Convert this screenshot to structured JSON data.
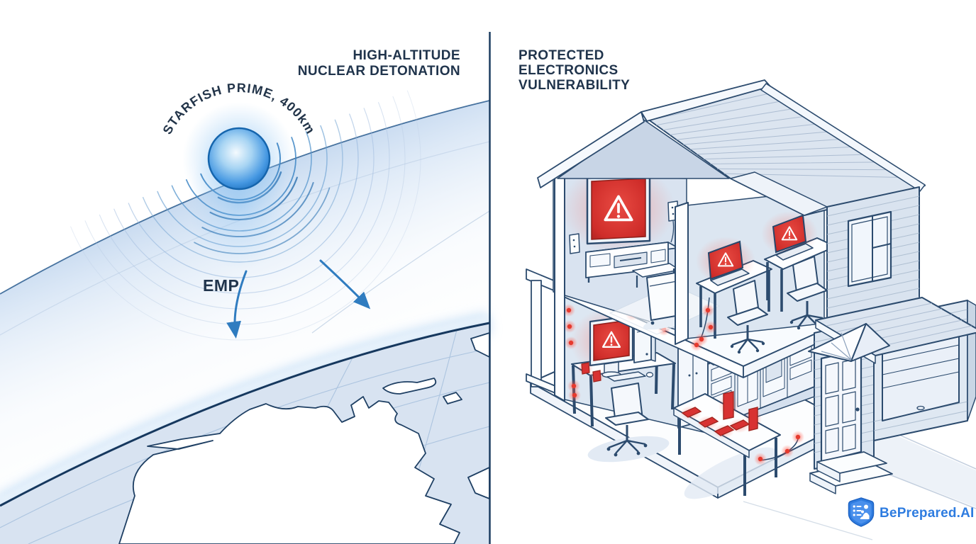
{
  "left_panel": {
    "title_line1": "HIGH-ALTITUDE",
    "title_line2": "NUCLEAR DETONATION",
    "burst_label": "STARFISH PRIME, 400km",
    "emp_label": "EMP"
  },
  "right_panel": {
    "title_line1": "PROTECTED",
    "title_line2": "ELECTRONICS",
    "title_line3": "VULNERABILITY"
  },
  "branding": {
    "logo_text": "BePrepared.AI"
  },
  "icons": {
    "warning": "warning-triangle-icon",
    "logo": "shield-family-checklist-icon"
  },
  "colors": {
    "navy_outline": "#2c4b6e",
    "title_text": "#20344c",
    "accent_blue": "#2f7cc0",
    "alert_red": "#d63030",
    "roof_wall_fill": "#dce5f0",
    "ocean": "#d8e3f1",
    "logo_blue": "#2e7ce0"
  }
}
